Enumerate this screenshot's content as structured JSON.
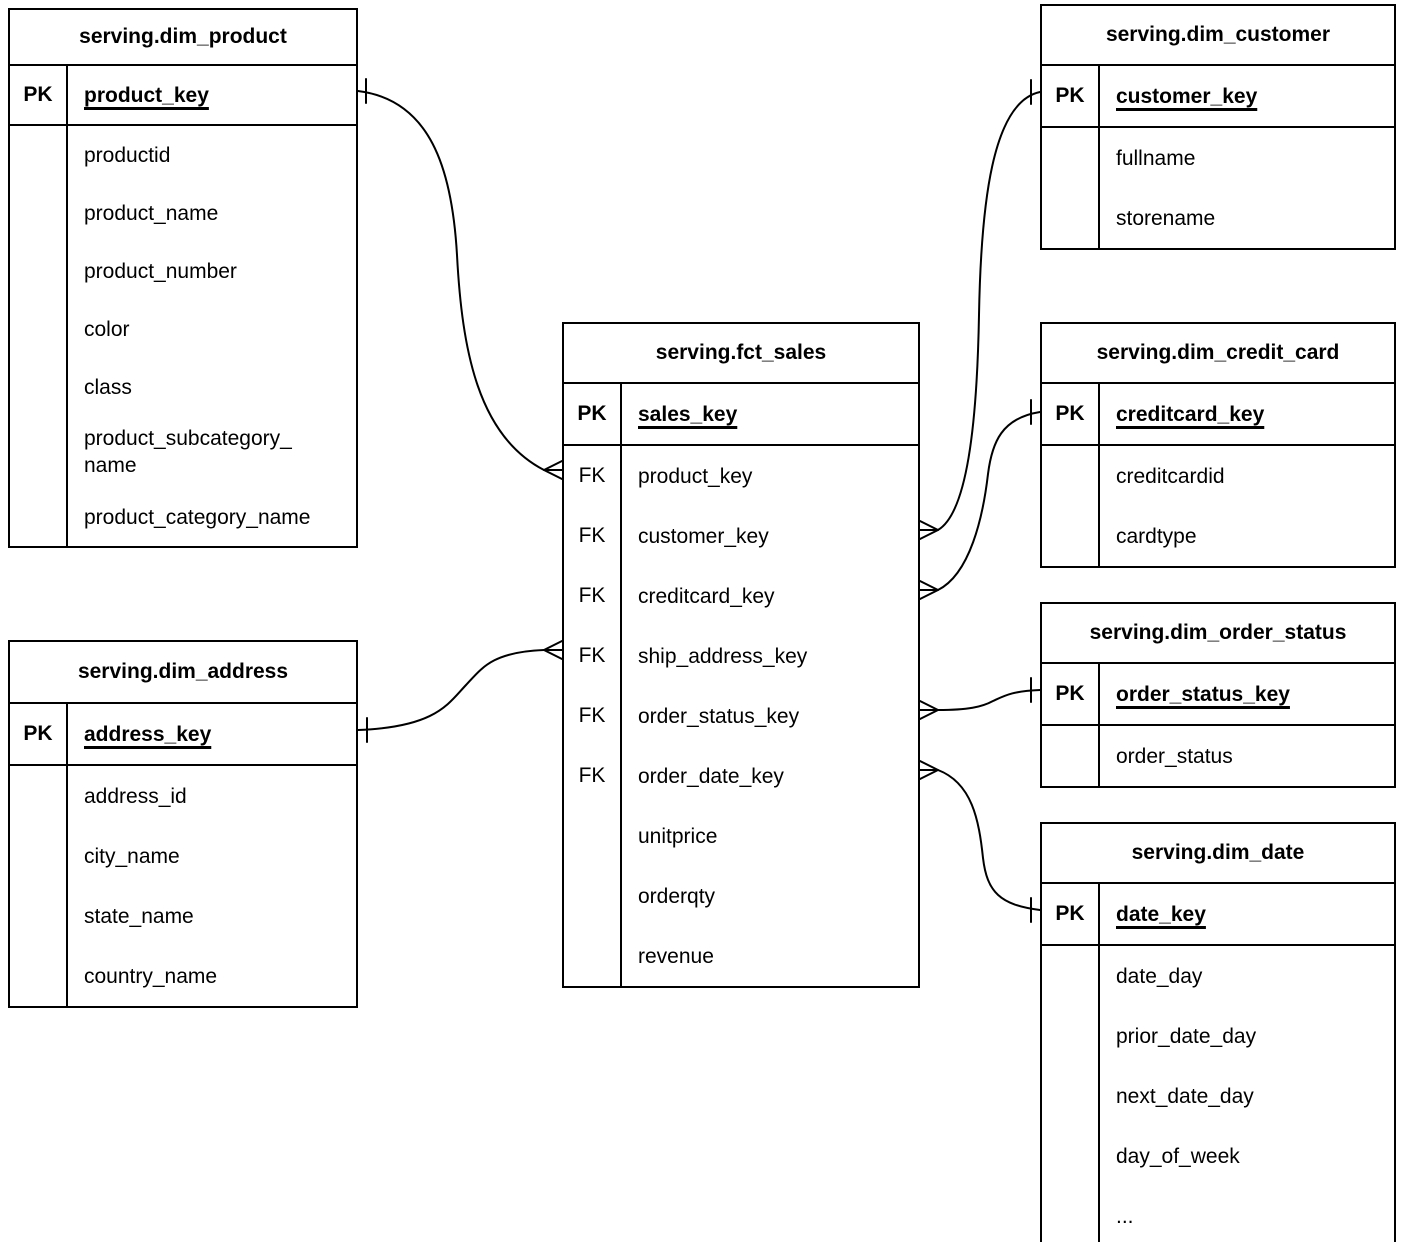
{
  "diagram": {
    "colors": {
      "background": "#ffffff",
      "line": "#000000",
      "text": "#000000"
    },
    "tables": [
      {
        "id": "dim_product",
        "title": "serving.dim_product",
        "pk_label": "PK",
        "primary_key": "product_key",
        "fields": [
          {
            "key_label": "",
            "name": "productid"
          },
          {
            "key_label": "",
            "name": "product_name"
          },
          {
            "key_label": "",
            "name": "product_number"
          },
          {
            "key_label": "",
            "name": "color"
          },
          {
            "key_label": "",
            "name": "class"
          },
          {
            "key_label": "",
            "name": "product_subcategory_\nname"
          },
          {
            "key_label": "",
            "name": "product_category_name"
          }
        ]
      },
      {
        "id": "dim_address",
        "title": "serving.dim_address",
        "pk_label": "PK",
        "primary_key": "address_key",
        "fields": [
          {
            "key_label": "",
            "name": "address_id"
          },
          {
            "key_label": "",
            "name": "city_name"
          },
          {
            "key_label": "",
            "name": "state_name"
          },
          {
            "key_label": "",
            "name": "country_name"
          }
        ]
      },
      {
        "id": "fct_sales",
        "title": "serving.fct_sales",
        "pk_label": "PK",
        "primary_key": "sales_key",
        "fields": [
          {
            "key_label": "FK",
            "name": "product_key"
          },
          {
            "key_label": "FK",
            "name": "customer_key"
          },
          {
            "key_label": "FK",
            "name": "creditcard_key"
          },
          {
            "key_label": "FK",
            "name": "ship_address_key"
          },
          {
            "key_label": "FK",
            "name": "order_status_key"
          },
          {
            "key_label": "FK",
            "name": "order_date_key"
          },
          {
            "key_label": "",
            "name": "unitprice"
          },
          {
            "key_label": "",
            "name": "orderqty"
          },
          {
            "key_label": "",
            "name": "revenue"
          }
        ]
      },
      {
        "id": "dim_customer",
        "title": "serving.dim_customer",
        "pk_label": "PK",
        "primary_key": "customer_key",
        "fields": [
          {
            "key_label": "",
            "name": "fullname"
          },
          {
            "key_label": "",
            "name": "storename"
          }
        ]
      },
      {
        "id": "dim_credit_card",
        "title": "serving.dim_credit_card",
        "pk_label": "PK",
        "primary_key": "creditcard_key",
        "fields": [
          {
            "key_label": "",
            "name": "creditcardid"
          },
          {
            "key_label": "",
            "name": "cardtype"
          }
        ]
      },
      {
        "id": "dim_order_status",
        "title": "serving.dim_order_status",
        "pk_label": "PK",
        "primary_key": "order_status_key",
        "fields": [
          {
            "key_label": "",
            "name": "order_status"
          }
        ]
      },
      {
        "id": "dim_date",
        "title": "serving.dim_date",
        "pk_label": "PK",
        "primary_key": "date_key",
        "fields": [
          {
            "key_label": "",
            "name": "date_day"
          },
          {
            "key_label": "",
            "name": "prior_date_day"
          },
          {
            "key_label": "",
            "name": "next_date_day"
          },
          {
            "key_label": "",
            "name": "day_of_week"
          },
          {
            "key_label": "",
            "name": "..."
          }
        ]
      }
    ],
    "relationships": [
      {
        "from": "serving.fct_sales.product_key",
        "to": "serving.dim_product.product_key",
        "from_cardinality": "many",
        "to_cardinality": "one"
      },
      {
        "from": "serving.fct_sales.customer_key",
        "to": "serving.dim_customer.customer_key",
        "from_cardinality": "many",
        "to_cardinality": "one"
      },
      {
        "from": "serving.fct_sales.creditcard_key",
        "to": "serving.dim_credit_card.creditcard_key",
        "from_cardinality": "many",
        "to_cardinality": "one"
      },
      {
        "from": "serving.fct_sales.ship_address_key",
        "to": "serving.dim_address.address_key",
        "from_cardinality": "many",
        "to_cardinality": "one"
      },
      {
        "from": "serving.fct_sales.order_status_key",
        "to": "serving.dim_order_status.order_status_key",
        "from_cardinality": "many",
        "to_cardinality": "one"
      },
      {
        "from": "serving.fct_sales.order_date_key",
        "to": "serving.dim_date.date_key",
        "from_cardinality": "many",
        "to_cardinality": "one"
      }
    ]
  }
}
